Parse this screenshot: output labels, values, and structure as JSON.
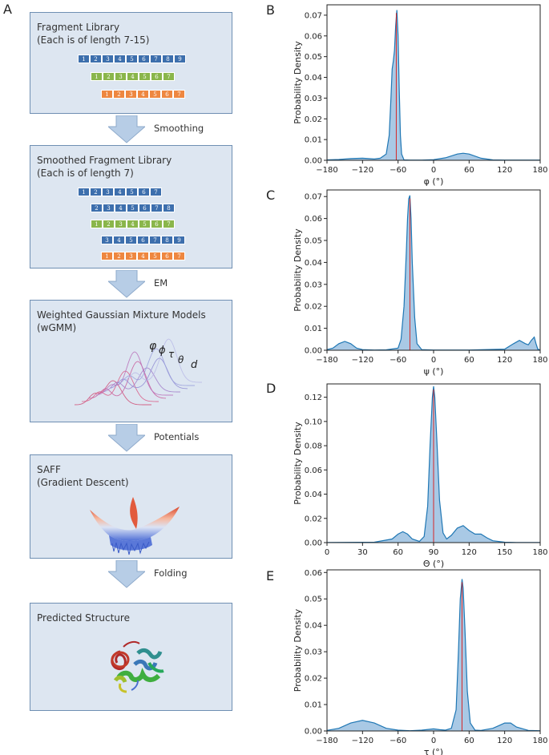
{
  "panel_labels": {
    "a": "A",
    "b": "B",
    "c": "C",
    "d": "D",
    "e": "E"
  },
  "flow": {
    "boxes": [
      {
        "title_line1": "Fragment Library",
        "title_line2": "(Each is of length 7-15)"
      },
      {
        "title_line1": "Smoothed Fragment Library",
        "title_line2": "(Each is of length 7)"
      },
      {
        "title_line1": "Weighted Gaussian Mixture Models",
        "title_line2": "(wGMM)"
      },
      {
        "title_line1": "SAFF",
        "title_line2": "(Gradient Descent)"
      },
      {
        "title_line1": "Predicted Structure",
        "title_line2": ""
      }
    ],
    "arrows": [
      "Smoothing",
      "EM",
      "Potentials",
      "Folding"
    ],
    "fragment_rows": [
      {
        "color": "blue",
        "labels": [
          "1",
          "2",
          "3",
          "4",
          "5",
          "6",
          "7",
          "8",
          "9"
        ]
      },
      {
        "color": "green",
        "labels": [
          "1",
          "2",
          "3",
          "4",
          "5",
          "6",
          "7"
        ]
      },
      {
        "color": "orange",
        "labels": [
          "1",
          "2",
          "3",
          "4",
          "5",
          "6",
          "7"
        ]
      }
    ],
    "smoothed_rows": [
      {
        "color": "blue",
        "labels": [
          "1",
          "2",
          "3",
          "4",
          "5",
          "6",
          "7"
        ]
      },
      {
        "color": "blue",
        "labels": [
          "2",
          "3",
          "4",
          "5",
          "6",
          "7",
          "8"
        ]
      },
      {
        "color": "green",
        "labels": [
          "1",
          "2",
          "3",
          "4",
          "5",
          "6",
          "7"
        ]
      },
      {
        "color": "blue",
        "labels": [
          "3",
          "4",
          "5",
          "6",
          "7",
          "8",
          "9"
        ]
      },
      {
        "color": "orange",
        "labels": [
          "1",
          "2",
          "3",
          "4",
          "5",
          "6",
          "7"
        ]
      }
    ],
    "greek_symbols": [
      "φ",
      "ϕ",
      "τ",
      "θ",
      "d"
    ],
    "colors": {
      "box_fill": "#dde6f1",
      "box_border": "#6f8fb3",
      "arrow_fill": "#b7cde6",
      "blue": "#3d6fad",
      "green": "#8ab64b",
      "orange": "#ee8740"
    }
  },
  "chart_data": [
    {
      "panel": "B",
      "type": "area",
      "xlabel": "φ (°)",
      "ylabel": "Probability Density",
      "xlim": [
        -180,
        180
      ],
      "ylim": [
        0,
        0.075
      ],
      "xticks": [
        "−180",
        "−120",
        "−60",
        "0",
        "60",
        "120",
        "180"
      ],
      "yticks": [
        "0.00",
        "0.01",
        "0.02",
        "0.03",
        "0.04",
        "0.05",
        "0.06",
        "0.07"
      ],
      "x": [
        -180,
        -160,
        -140,
        -120,
        -100,
        -90,
        -80,
        -75,
        -72,
        -70,
        -68,
        -66,
        -64,
        -62,
        -60,
        -58,
        -56,
        -54,
        -50,
        -40,
        -20,
        0,
        20,
        40,
        50,
        60,
        80,
        100,
        120,
        140,
        160,
        180
      ],
      "y": [
        0.0002,
        0.0004,
        0.0008,
        0.001,
        0.0006,
        0.001,
        0.003,
        0.012,
        0.03,
        0.044,
        0.048,
        0.053,
        0.065,
        0.0725,
        0.06,
        0.035,
        0.012,
        0.003,
        0.0002,
        0.0001,
        0.0001,
        0.0003,
        0.0012,
        0.003,
        0.0034,
        0.003,
        0.001,
        0.0002,
        0.0001,
        0.0001,
        0.0001,
        0.0001
      ],
      "marker_x": -63,
      "series_color": "#1f77b4",
      "fill_color": "#a9c9e5",
      "marker_color": "#d62728"
    },
    {
      "panel": "C",
      "type": "area",
      "xlabel": "ψ (°)",
      "ylabel": "Probability Density",
      "xlim": [
        -180,
        180
      ],
      "ylim": [
        0,
        0.073
      ],
      "xticks": [
        "−180",
        "−120",
        "−60",
        "0",
        "60",
        "120",
        "180"
      ],
      "yticks": [
        "0.00",
        "0.01",
        "0.02",
        "0.03",
        "0.04",
        "0.05",
        "0.06",
        "0.07"
      ],
      "x": [
        -180,
        -170,
        -160,
        -150,
        -140,
        -130,
        -120,
        -100,
        -80,
        -60,
        -55,
        -50,
        -46,
        -44,
        -42,
        -40,
        -38,
        -36,
        -32,
        -28,
        -20,
        0,
        60,
        120,
        135,
        145,
        155,
        160,
        165,
        170,
        173,
        176,
        180
      ],
      "y": [
        0.0003,
        0.001,
        0.003,
        0.004,
        0.003,
        0.001,
        0.0003,
        0.0001,
        0.0002,
        0.001,
        0.005,
        0.02,
        0.045,
        0.06,
        0.069,
        0.0705,
        0.06,
        0.04,
        0.015,
        0.003,
        0.0003,
        0.0001,
        0.0001,
        0.0005,
        0.003,
        0.0045,
        0.003,
        0.0025,
        0.0045,
        0.006,
        0.003,
        0.0005,
        0.0001
      ],
      "marker_x": -40,
      "series_color": "#1f77b4",
      "fill_color": "#a9c9e5",
      "marker_color": "#d62728"
    },
    {
      "panel": "D",
      "type": "area",
      "xlabel": "Θ (°)",
      "ylabel": "Probability Density",
      "xlim": [
        0,
        180
      ],
      "ylim": [
        0,
        0.131
      ],
      "xticks": [
        "0",
        "30",
        "60",
        "90",
        "120",
        "150",
        "180"
      ],
      "yticks": [
        "0.00",
        "0.02",
        "0.04",
        "0.06",
        "0.08",
        "0.10",
        "0.12"
      ],
      "x": [
        0,
        40,
        55,
        60,
        64,
        68,
        72,
        78,
        82,
        85,
        87,
        89,
        90,
        91,
        93,
        95,
        98,
        101,
        105,
        110,
        115,
        120,
        125,
        130,
        135,
        140,
        150,
        160,
        180
      ],
      "y": [
        0.0001,
        0.0003,
        0.003,
        0.007,
        0.009,
        0.007,
        0.003,
        0.001,
        0.005,
        0.03,
        0.08,
        0.12,
        0.129,
        0.12,
        0.08,
        0.035,
        0.008,
        0.003,
        0.006,
        0.012,
        0.014,
        0.01,
        0.007,
        0.007,
        0.004,
        0.0015,
        0.0003,
        0.0001,
        0.0001
      ],
      "marker_x": 90,
      "series_color": "#1f77b4",
      "fill_color": "#a9c9e5",
      "marker_color": "#d62728"
    },
    {
      "panel": "E",
      "type": "area",
      "xlabel": "τ (°)",
      "ylabel": "Probability Density",
      "xlim": [
        -180,
        180
      ],
      "ylim": [
        0,
        0.061
      ],
      "xticks": [
        "−180",
        "−120",
        "−60",
        "0",
        "60",
        "120",
        "180"
      ],
      "yticks": [
        "0.00",
        "0.01",
        "0.02",
        "0.03",
        "0.04",
        "0.05",
        "0.06"
      ],
      "x": [
        -180,
        -160,
        -140,
        -120,
        -100,
        -80,
        -60,
        -40,
        -20,
        0,
        10,
        20,
        30,
        38,
        42,
        45,
        48,
        50,
        53,
        57,
        62,
        70,
        80,
        100,
        110,
        120,
        130,
        140,
        160,
        180
      ],
      "y": [
        0.0002,
        0.001,
        0.003,
        0.004,
        0.003,
        0.001,
        0.0003,
        0.0001,
        0.0003,
        0.0008,
        0.0005,
        0.0003,
        0.001,
        0.008,
        0.03,
        0.05,
        0.0575,
        0.054,
        0.038,
        0.015,
        0.003,
        0.0003,
        0.0002,
        0.001,
        0.002,
        0.003,
        0.003,
        0.0015,
        0.0002,
        0.0001
      ],
      "marker_x": 48,
      "series_color": "#1f77b4",
      "fill_color": "#a9c9e5",
      "marker_color": "#d62728"
    }
  ]
}
